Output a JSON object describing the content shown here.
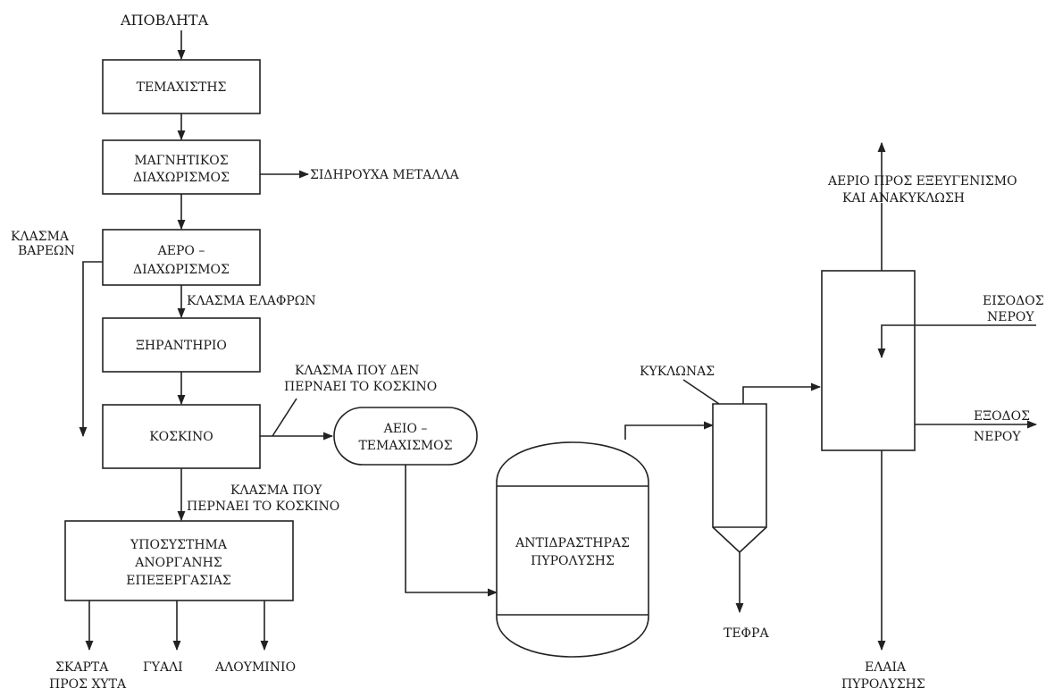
{
  "input_label": "ΑΠΟΒΛΗΤΑ",
  "boxes": {
    "shredder": [
      "ΤΕΜΑΧΙΣΤΗΣ"
    ],
    "magnetic": [
      "ΜΑΓΝΗΤΙΚΟΣ",
      "ΔΙΑΧΩΡΙΣΜΟΣ"
    ],
    "air": [
      "ΑΕΡΟ –",
      "ΔΙΑΧΩΡΙΣΜΟΣ"
    ],
    "dryer": [
      "ΞΗΡΑΝΤΗΡΙΟ"
    ],
    "sieve": [
      "ΚΟΣΚΙΝΟ"
    ],
    "inorganic": [
      "ΥΠΟΣΥΣΤΗΜΑ",
      "ΑΝΟΡΓΑΝΗΣ",
      "ΕΠΕΞΕΡΓΑΣΙΑΣ"
    ],
    "reshred": [
      "ΑΕΙΟ –",
      "ΤΕΜΑΧΙΣΜΟΣ"
    ],
    "reactor": [
      "ΑΝΤΙΔΡΑΣΤΗΡΑΣ",
      "ΠΥΡΟΛΥΣΗΣ"
    ]
  },
  "labels": {
    "ferrous": "ΣΙΔΗΡΟΥΧΑ ΜΕΤΑΛΛΑ",
    "heavy": [
      "ΚΛΑΣΜΑ",
      "ΒΑΡΕΩΝ"
    ],
    "light": "ΚΛΑΣΜΑ ΕΛΑΦΡΩΝ",
    "not_pass": [
      "ΚΛΑΣΜΑ ΠΟΥ ΔΕΝ",
      "ΠΕΡΝΑΕΙ ΤΟ ΚΟΣΚΙΝΟ"
    ],
    "pass": [
      "ΚΛΑΣΜΑ ΠΟΥ",
      "ΠΕΡΝΑΕΙ ΤΟ ΚΟΣΚΙΝΟ"
    ],
    "cyclone": "ΚΥΚΛΩΝΑΣ",
    "ash": "ΤΕΦΡΑ",
    "gas": [
      "ΑΕΡΙΟ ΠΡΟΣ ΕΞΕΥΓΕΝΙΣΜΟ",
      "ΚΑΙ ΑΝΑΚΥΚΛΩΣΗ"
    ],
    "water_in": [
      "ΕΙΣΟΔΟΣ",
      "ΝΕΡΟΥ"
    ],
    "water_out": [
      "ΕΞΟΔΟΣ",
      "ΝΕΡΟΥ"
    ],
    "oil": [
      "ΕΛΑΙΑ",
      "ΠΥΡΟΛΥΣΗΣ"
    ],
    "scrap": [
      "ΣΚΑΡΤΑ",
      "ΠΡΟΣ ΧΥΤΑ"
    ],
    "glass": "ΓΥΑΛΙ",
    "aluminium": "ΑΛΟΥΜΙΝΙΟ"
  }
}
